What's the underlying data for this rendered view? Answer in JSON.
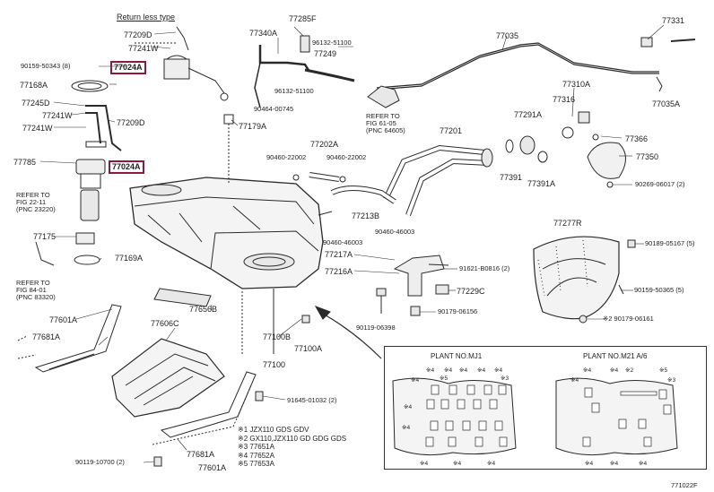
{
  "header": {
    "type_note": "Return less type"
  },
  "parts": [
    {
      "id": "p77209D",
      "code": "77209D",
      "hl": false
    },
    {
      "id": "p77241W",
      "code": "77241W",
      "hl": false
    },
    {
      "id": "p90159",
      "code": "90159-50343 (8)",
      "hl": false
    },
    {
      "id": "p77024A_top",
      "code": "77024A",
      "hl": true
    },
    {
      "id": "p77168A",
      "code": "77168A",
      "hl": false
    },
    {
      "id": "p77245D",
      "code": "77245D",
      "hl": false
    },
    {
      "id": "p77241W2",
      "code": "77241W",
      "hl": false
    },
    {
      "id": "p77209D2",
      "code": "77209D",
      "hl": false
    },
    {
      "id": "p77241W3",
      "code": "77241W",
      "hl": false
    },
    {
      "id": "p77785",
      "code": "77785",
      "hl": false
    },
    {
      "id": "p77024A_bot",
      "code": "77024A",
      "hl": true
    },
    {
      "id": "p77175",
      "code": "77175",
      "hl": false
    },
    {
      "id": "p77169A",
      "code": "77169A",
      "hl": false
    },
    {
      "id": "p77285F",
      "code": "77285F",
      "hl": false
    },
    {
      "id": "p77340A",
      "code": "77340A",
      "hl": false
    },
    {
      "id": "p96132a",
      "code": "96132-51100",
      "hl": false
    },
    {
      "id": "p77249",
      "code": "77249",
      "hl": false
    },
    {
      "id": "p96132b",
      "code": "96132-51100",
      "hl": false
    },
    {
      "id": "p90464",
      "code": "90464-00745",
      "hl": false
    },
    {
      "id": "p77179A",
      "code": "77179A",
      "hl": false
    },
    {
      "id": "p77035",
      "code": "77035",
      "hl": false
    },
    {
      "id": "p77331",
      "code": "77331",
      "hl": false
    },
    {
      "id": "p77035A",
      "code": "77035A",
      "hl": false
    },
    {
      "id": "p77310A",
      "code": "77310A",
      "hl": false
    },
    {
      "id": "p77316",
      "code": "77316",
      "hl": false
    },
    {
      "id": "p77291A",
      "code": "77291A",
      "hl": false
    },
    {
      "id": "p77201",
      "code": "77201",
      "hl": false
    },
    {
      "id": "p77366",
      "code": "77366",
      "hl": false
    },
    {
      "id": "p77350",
      "code": "77350",
      "hl": false
    },
    {
      "id": "p77391",
      "code": "77391",
      "hl": false
    },
    {
      "id": "p77391A",
      "code": "77391A",
      "hl": false
    },
    {
      "id": "p90269",
      "code": "90269-06017 (2)",
      "hl": false
    },
    {
      "id": "p77202A",
      "code": "77202A",
      "hl": false
    },
    {
      "id": "p90460a",
      "code": "90460-22002",
      "hl": false
    },
    {
      "id": "p90460b",
      "code": "90460-22002",
      "hl": false
    },
    {
      "id": "p77213B",
      "code": "77213B",
      "hl": false
    },
    {
      "id": "p90460c",
      "code": "90460-46003",
      "hl": false
    },
    {
      "id": "p90460d",
      "code": "90460-46003",
      "hl": false
    },
    {
      "id": "p77277R",
      "code": "77277R",
      "hl": false
    },
    {
      "id": "p90189",
      "code": "90189-05167 (5)",
      "hl": false
    },
    {
      "id": "p77217A",
      "code": "77217A",
      "hl": false
    },
    {
      "id": "p77216A",
      "code": "77216A",
      "hl": false
    },
    {
      "id": "p91621",
      "code": "91621-B0816 (2)",
      "hl": false
    },
    {
      "id": "p77229C",
      "code": "77229C",
      "hl": false
    },
    {
      "id": "p90159b",
      "code": "90159-50365 (5)",
      "hl": false
    },
    {
      "id": "p90119a",
      "code": "90119-06398",
      "hl": false
    },
    {
      "id": "p90179a",
      "code": "90179-06156",
      "hl": false
    },
    {
      "id": "p90179b",
      "code": "※2 90179-06161",
      "hl": false
    },
    {
      "id": "p77656B",
      "code": "77656B",
      "hl": false
    },
    {
      "id": "p77601A_t",
      "code": "77601A",
      "hl": false
    },
    {
      "id": "p77681A_t",
      "code": "77681A",
      "hl": false
    },
    {
      "id": "p77606C",
      "code": "77606C",
      "hl": false
    },
    {
      "id": "p77100B",
      "code": "77100B",
      "hl": false
    },
    {
      "id": "p77100A",
      "code": "77100A",
      "hl": false
    },
    {
      "id": "p77100",
      "code": "77100",
      "hl": false
    },
    {
      "id": "p91645",
      "code": "91645-01032 (2)",
      "hl": false
    },
    {
      "id": "p77681A_b",
      "code": "77681A",
      "hl": false
    },
    {
      "id": "p77601A_b",
      "code": "77601A",
      "hl": false
    },
    {
      "id": "p90119b",
      "code": "90119-10700 (2)",
      "hl": false
    }
  ],
  "refs": [
    {
      "id": "ref6105",
      "text": "REFER TO\nFIG 61-05\n(PNC 64605)"
    },
    {
      "id": "ref2211",
      "text": "REFER TO\nFIG 22-11\n(PNC 23220)"
    },
    {
      "id": "ref8401",
      "text": "REFER TO\nFIG 84-01\n(PNC 83320)"
    }
  ],
  "legend": [
    "※1 JZX110 GDS GDV",
    "※2 GX110,JZX110 GD GDG GDS",
    "※3 77651A",
    "※4 77652A",
    "※5 77653A"
  ],
  "plant_box": {
    "left_title": "PLANT NO.MJ1",
    "right_title": "PLANT NO.M21 A/6",
    "left_marks": [
      "※4",
      "※4",
      "※4",
      "※4",
      "※4",
      "※4",
      "※5",
      "※3",
      "※4",
      "※4",
      "※4",
      "※4",
      "※4"
    ],
    "right_marks": [
      "※4",
      "※4",
      "※2",
      "※5",
      "※3",
      "※4",
      "※4",
      "※4",
      "※4"
    ]
  },
  "footer": {
    "figure_code": "771022F"
  },
  "colors": {
    "line": "#2a2a2a",
    "highlight": "#8b1b3a",
    "fill": "#e8e8e8",
    "dark": "#555555"
  }
}
